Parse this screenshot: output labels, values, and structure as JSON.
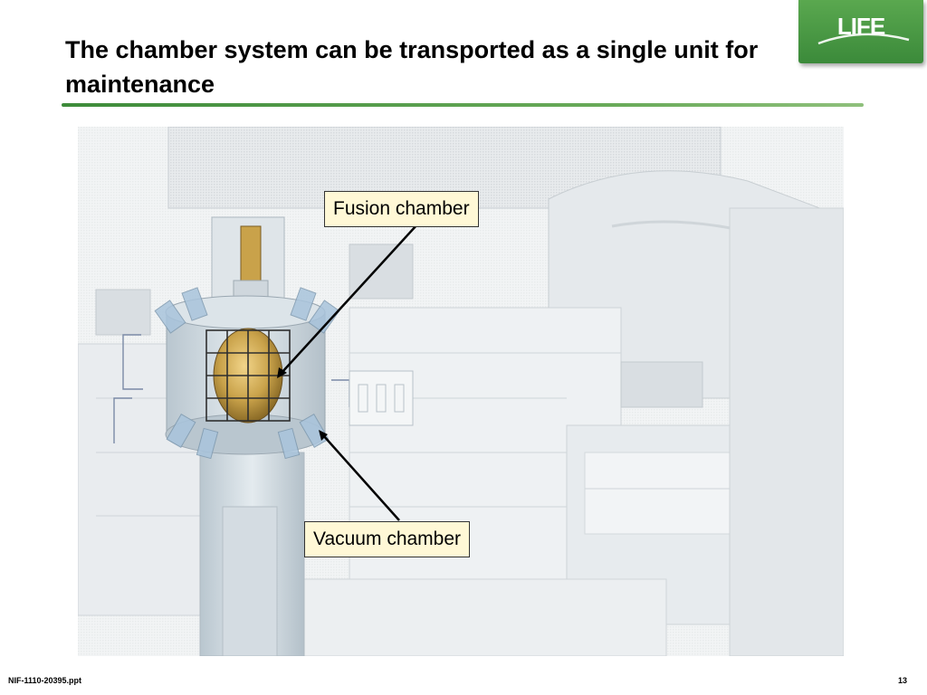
{
  "slide": {
    "title": "The chamber system can be transported as a single unit for maintenance",
    "logo_text": "LIFE",
    "callouts": {
      "fusion": "Fusion chamber",
      "vacuum": "Vacuum chamber"
    },
    "footer_left": "NIF-1110-20395.ppt",
    "page_number": "13"
  },
  "colors": {
    "accent_green": "#4a9a45",
    "rule_green": "#5b9b4e",
    "callout_fill": "#fff8d6",
    "chamber_gold": "#c9a24a"
  }
}
